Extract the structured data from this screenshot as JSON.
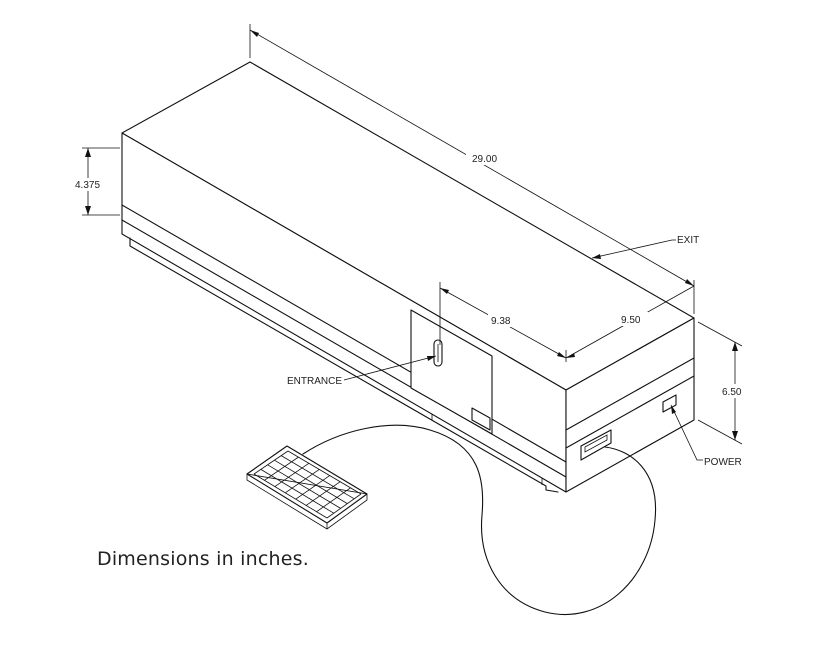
{
  "labels": {
    "length": "29.00",
    "height_upper": "4.375",
    "exit": "EXIT",
    "entrance_width": "9.38",
    "exit_width": "9.50",
    "height_right": "6.50",
    "entrance": "ENTRANCE",
    "power": "POWER"
  },
  "caption": "Dimensions in inches."
}
